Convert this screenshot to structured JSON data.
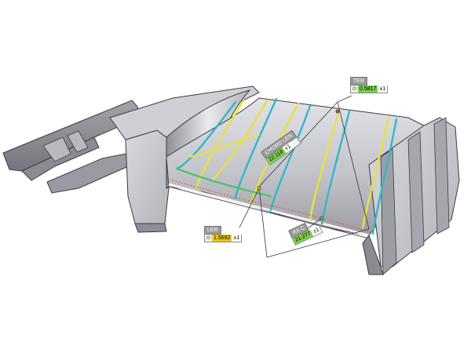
{
  "callouts": {
    "ter": {
      "label": "TER",
      "symbol": "⊙",
      "value": "0.5817",
      "tol": "±1",
      "value_color": "#7ccf4b"
    },
    "ler": {
      "label": "LER",
      "symbol": "⊙",
      "value": "1.5692",
      "tol": "±1",
      "value_color": "#f0c419"
    },
    "chord": {
      "label": "CHORD LEN",
      "value": "22.118",
      "tol": "±1",
      "value_color": "#7ccf4b"
    },
    "axc": {
      "label": "AX C",
      "value": "21.277",
      "tol": "±1",
      "value_color": "#7ccf4b"
    }
  },
  "colors": {
    "part_light": "#c9cad0",
    "part_mid": "#a8a9b0",
    "part_dark": "#7c7d85",
    "edge": "#3c3c42",
    "section_yellow": "#e8e23a",
    "section_cyan": "#2fb8c8",
    "section_green": "#4cc06a"
  }
}
